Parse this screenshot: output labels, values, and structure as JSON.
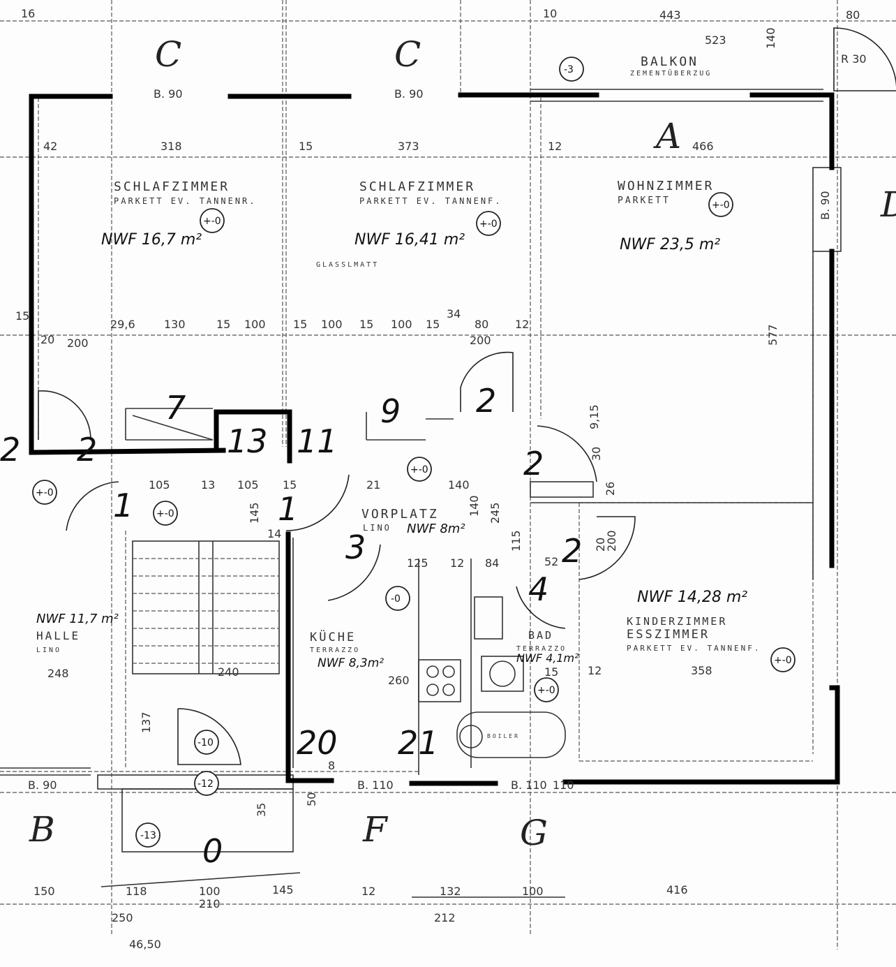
{
  "axes": {
    "c1": "C",
    "c2": "C",
    "a": "A",
    "b": "B",
    "d": "D",
    "f": "F",
    "g": "G"
  },
  "rooms": [
    {
      "name": "SCHLAFZIMMER",
      "floor": "PARKETT EV. TANNENR.",
      "area": "NWF 16,7 m²",
      "level": "+-0"
    },
    {
      "name": "SCHLAFZIMMER",
      "floor": "PARKETT EV. TANNENF.",
      "area": "NWF 16,41 m²",
      "level": "+-0"
    },
    {
      "name": "WOHNZIMMER",
      "floor": "PARKETT",
      "area": "NWF 23,5 m²",
      "level": "+-0"
    },
    {
      "name": "VORPLATZ",
      "floor": "LINO",
      "area": "NWF 8m²",
      "level": "+-0"
    },
    {
      "name": "KÜCHE",
      "floor": "TERRAZZO",
      "area": "NWF 8,3m²",
      "level": "-0"
    },
    {
      "name": "BAD",
      "floor": "TERRAZZO",
      "area": "NWF 4,1m²",
      "level": "+-0"
    },
    {
      "name": "KINDERZIMMER",
      "name2": "ESSZIMMER",
      "floor": "PARKETT EV. TANNENF.",
      "area": "NWF 14,28 m²",
      "level": "+-0"
    },
    {
      "name": "HALLE",
      "floor": "LINO",
      "area": "NWF 11,7 m²",
      "level": "+-0"
    }
  ],
  "balkon": {
    "name": "BALKON",
    "floor": "ZEMENTÜBERZUG",
    "level": "-3"
  },
  "extra_labels": {
    "glass": "GLASSLMATT",
    "boiler": "BOILER"
  },
  "levels": {
    "stair1": "+-0",
    "entry1": "-10",
    "entry2": "-12",
    "outside": "-13"
  },
  "door_numbers": [
    "2",
    "7",
    "13",
    "11",
    "9",
    "2",
    "2",
    "2",
    "1",
    "1",
    "3",
    "4",
    "2",
    "21",
    "20",
    "0"
  ],
  "dimensions": {
    "top": [
      "16",
      "10",
      "443",
      "523",
      "80",
      "140",
      "R 30"
    ],
    "room_widths": [
      "318",
      "373",
      "12",
      "42",
      "15",
      "466"
    ],
    "row": [
      "15",
      "20",
      "29,6",
      "130",
      "15",
      "100",
      "15",
      "100",
      "15",
      "100",
      "15",
      "34",
      "80",
      "200",
      "200",
      "12"
    ],
    "mid": [
      "105",
      "13",
      "105",
      "15",
      "145",
      "14",
      "21",
      "140",
      "140",
      "245",
      "115",
      "52",
      "84",
      "125",
      "12",
      "20",
      "30",
      "200",
      "260",
      "15",
      "577",
      "9,15",
      "26",
      "12",
      "358",
      "248",
      "240",
      "137",
      "50",
      "35",
      "8",
      "110"
    ],
    "bottom": [
      "150",
      "118",
      "100",
      "145",
      "12",
      "132",
      "100",
      "416",
      "250",
      "210",
      "212",
      "46,50"
    ],
    "openings": [
      "B. 90",
      "B. 90",
      "B. 90",
      "B. 110",
      "B. 110",
      "B. 90"
    ]
  }
}
